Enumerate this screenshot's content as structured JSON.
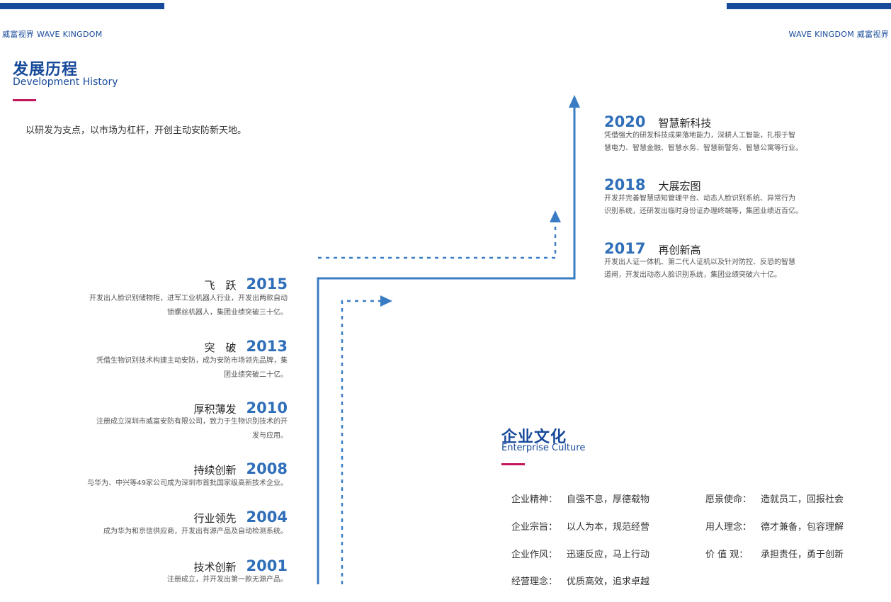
{
  "header": {
    "brand_left": "威富视界 WAVE KINGDOM",
    "brand_right": "WAVE KINGDOM 威富视界"
  },
  "history": {
    "title": "发展历程",
    "subtitle": "Development History",
    "intro": "以研发为支点，以市场为杠杆，开创主动安防新天地。",
    "events_left": [
      {
        "year": "2015",
        "name": "飞　跃",
        "desc_lines": [
          "开发出人脸识别储物柜，进军工业机器人行业，开发出两款自动",
          "锁螺丝机器人，集团业绩突破三十亿。"
        ]
      },
      {
        "year": "2013",
        "name": "突　破",
        "desc_lines": [
          "凭借生物识别技术构建主动安防，成为安防市场领先品牌，集",
          "团业绩突破二十亿。"
        ]
      },
      {
        "year": "2010",
        "name": "厚积薄发",
        "desc_lines": [
          "注册成立深圳市威富安防有限公司，致力于生物识别技术的开",
          "发与应用。"
        ]
      },
      {
        "year": "2008",
        "name": "持续创新",
        "desc_lines": [
          "与华为、中兴等49家公司成为深圳市首批国家级高新技术企业。"
        ]
      },
      {
        "year": "2004",
        "name": "行业领先",
        "desc_lines": [
          "成为华为和京信供应商，开发出有源产品及自动检测系统。"
        ]
      },
      {
        "year": "2001",
        "name": "技术创新",
        "desc_lines": [
          "注册成立，并开发出第一款无源产品。"
        ]
      }
    ],
    "events_right": [
      {
        "year": "2020",
        "name": "智慧新科技",
        "desc_lines": [
          "凭借强大的研发科技成果落地能力，深耕人工智能，扎根于智",
          "慧电力、智慧金融、智慧水务、智慧新警务、智慧公寓等行业。"
        ]
      },
      {
        "year": "2018",
        "name": "大展宏图",
        "desc_lines": [
          "开发并完善智慧感知管理平台、动态人脸识别系统、异常行为",
          "识别系统，还研发出临时身份证办理终端等，集团业绩近百亿。"
        ]
      },
      {
        "year": "2017",
        "name": "再创新高",
        "desc_lines": [
          "开发出人证一体机、第二代人证机以及针对防控、反恐的智慧",
          "道闸，开发出动态人脸识别系统，集团业绩突破六十亿。"
        ]
      }
    ]
  },
  "culture": {
    "title": "企业文化",
    "subtitle": "Enterprise Culture",
    "left": [
      {
        "label": "企业精神：",
        "value": "自强不息，厚德载物"
      },
      {
        "label": "企业宗旨：",
        "value": "以人为本，规范经营"
      },
      {
        "label": "企业作风：",
        "value": "迅速反应，马上行动"
      },
      {
        "label": "经营理念：",
        "value": "优质高效，追求卓越"
      }
    ],
    "right": [
      {
        "label": "愿景使命：",
        "value": "造就员工，回报社会"
      },
      {
        "label": "用人理念：",
        "value": "德才兼备，包容理解"
      },
      {
        "label": "价 值 观：",
        "value": "承担责任，勇于创新"
      }
    ]
  },
  "colors": {
    "primary": "#174a9a",
    "accent": "#c2185b",
    "year": "#2f6eb8",
    "line": "#3a7cc4"
  }
}
